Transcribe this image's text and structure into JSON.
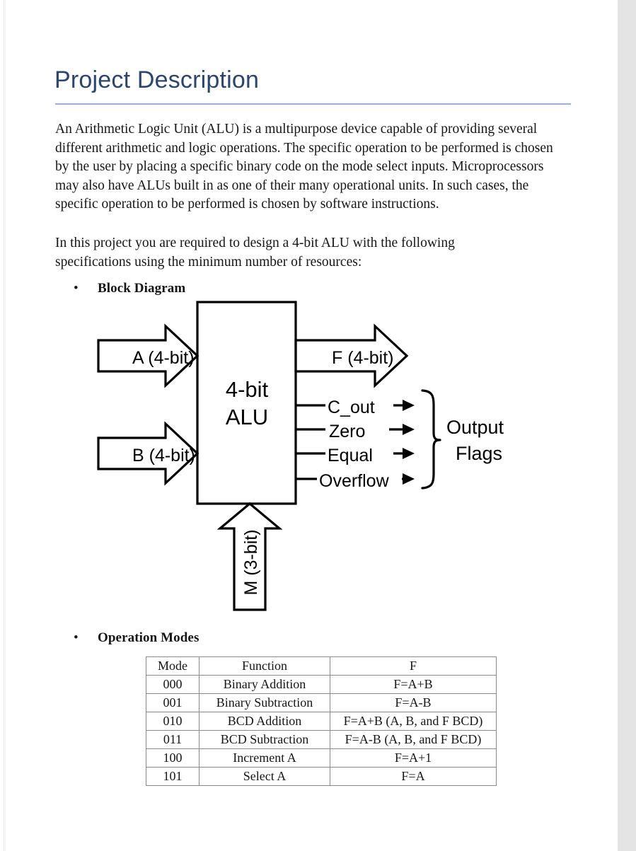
{
  "document": {
    "title": "Project Description",
    "paragraphs": [
      "An Arithmetic Logic Unit (ALU) is a multipurpose device capable of providing several different arithmetic and logic operations. The specific operation to be performed is chosen by the user by placing a specific binary code on the mode select inputs. Microprocessors may also have ALUs built in as one of their many operational units. In such cases, the specific operation to be performed is chosen by software instructions.",
      "In this project you are required to design a 4-bit ALU with the following specifications using the minimum number of resources:"
    ],
    "bullets": [
      {
        "marker": "•",
        "label": "Block Diagram"
      },
      {
        "marker": "•",
        "label": "Operation Modes"
      }
    ]
  },
  "block_diagram": {
    "block_label_line1": "4-bit",
    "block_label_line2": "ALU",
    "input_a": "A (4-bit)",
    "input_b": "B (4-bit)",
    "input_m": "M (3-bit)",
    "output_f": "F (4-bit)",
    "flags": [
      "C_out",
      "Zero",
      "Equal",
      "Overflow"
    ],
    "flags_group_label_line1": "Output",
    "flags_group_label_line2": "Flags"
  },
  "operation_modes": {
    "headers": [
      "Mode",
      "Function",
      "F"
    ],
    "rows": [
      [
        "000",
        "Binary Addition",
        "F=A+B"
      ],
      [
        "001",
        "Binary Subtraction",
        "F=A-B"
      ],
      [
        "010",
        "BCD Addition",
        "F=A+B (A, B, and F BCD)"
      ],
      [
        "011",
        "BCD Subtraction",
        "F=A-B (A, B, and F BCD)"
      ],
      [
        "100",
        "Increment A",
        "F=A+1"
      ],
      [
        "101",
        "Select A",
        "F=A"
      ]
    ]
  },
  "colors": {
    "title": "#2b4572",
    "title_rule": "#9ab0d9",
    "body_text": "#161616",
    "diagram_stroke": "#000000",
    "table_border": "#8a8a8a",
    "scrollbar_track": "#e4e4e4"
  }
}
